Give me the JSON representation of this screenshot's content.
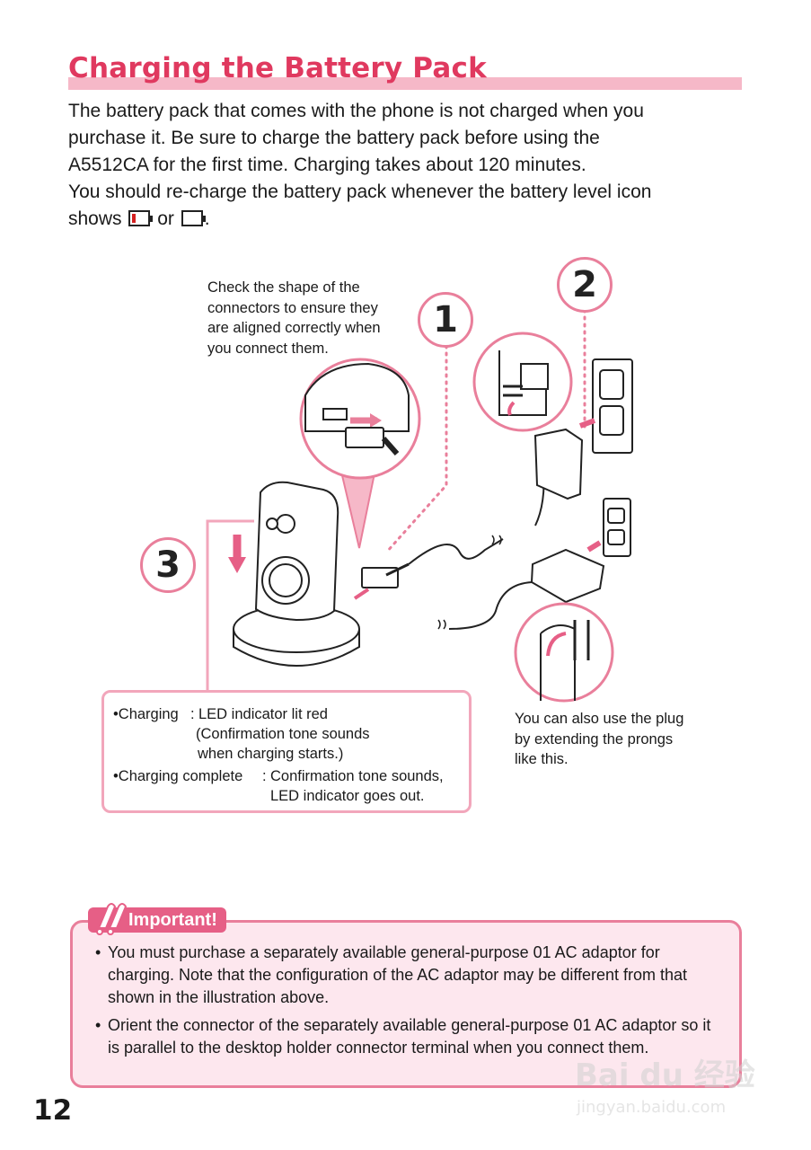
{
  "page": {
    "title": "Charging the Battery Pack",
    "intro": [
      "The battery pack that comes with the phone is not charged when you",
      "purchase it. Be sure to charge the battery pack before using the",
      "A5512CA for the first time. Charging takes about 120 minutes.",
      "You should re-charge the battery pack whenever the battery level icon"
    ],
    "intro_last_prefix": "shows",
    "intro_last_or": "or",
    "intro_last_suffix": ".",
    "page_number": "12"
  },
  "diagram": {
    "callout_top": [
      "Check the shape of the",
      "connectors to ensure they",
      "are aligned correctly when",
      "you connect them."
    ],
    "callout_right": [
      "You can also use the plug",
      "by extending the prongs",
      "like this."
    ],
    "steps": [
      "1",
      "2",
      "3"
    ]
  },
  "status": {
    "charging_label": "•Charging",
    "charging_sep": ":",
    "charging_line1": "LED indicator lit red",
    "charging_line2": "(Confirmation tone sounds",
    "charging_line3": "when charging starts.)",
    "complete_label": "•Charging complete",
    "complete_sep": ":",
    "complete_line1": "Confirmation tone sounds,",
    "complete_line2": "LED indicator goes out."
  },
  "important": {
    "tag": "Important!",
    "items": [
      "You must purchase a separately available general-purpose 01 AC adaptor for charging. Note that the configuration of the AC adaptor may be different from that shown in the illustration above.",
      "Orient the connector of the separately available general-purpose 01 AC adaptor so it is parallel to the desktop holder connector terminal when you connect them."
    ]
  },
  "watermark": {
    "brand": "Bai du 经验",
    "url": "jingyan.baidu.com"
  },
  "colors": {
    "accent_pink": "#e0395f",
    "light_pink": "#f6b8c8",
    "important_bg": "#fde7ee",
    "important_border": "#e97f9b"
  }
}
